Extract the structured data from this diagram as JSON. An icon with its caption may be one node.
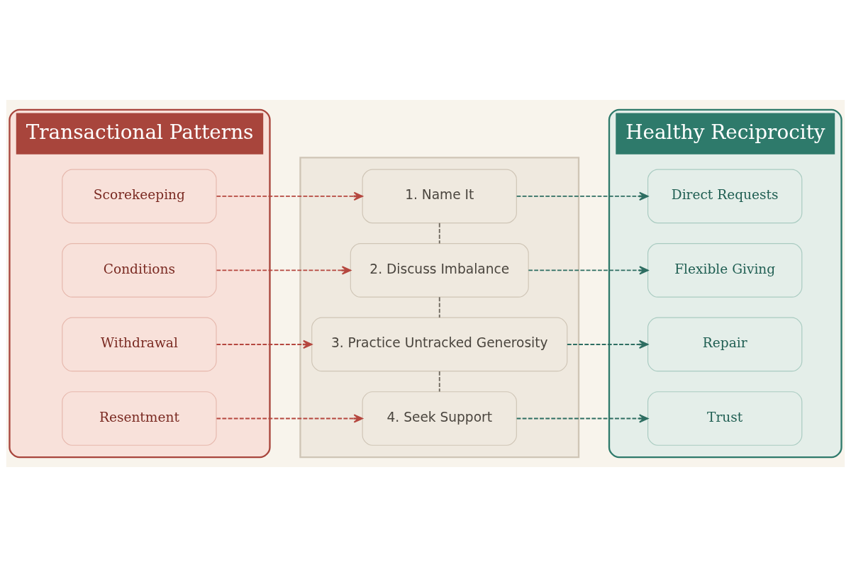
{
  "diagram": {
    "nodes": [
      {
        "text": [
          "Transactional Patterns"
        ]
      },
      {
        "text": [
          "Scorekeeping"
        ],
        "in": 0
      },
      {
        "text": [
          "Conditions"
        ],
        "in": 0
      },
      {
        "text": [
          "Withdrawal"
        ],
        "in": 0
      },
      {
        "text": [
          "Resentment"
        ],
        "in": 0
      },
      {
        "text": [],
        "shape": "box"
      },
      {
        "text": [
          "1. Name It"
        ],
        "in": 5
      },
      {
        "text": [
          "2. Discuss Imbalance"
        ],
        "in": 5
      },
      {
        "text": [
          "3. Practice Untracked Generosity"
        ],
        "in": 5
      },
      {
        "text": [
          "4. Seek Support"
        ],
        "in": 5
      },
      {
        "text": [
          "Healthy Reciprocity"
        ]
      },
      {
        "text": [
          "Direct Requests"
        ],
        "in": 10
      },
      {
        "text": [
          "Flexible Giving"
        ],
        "in": 10
      },
      {
        "text": [
          "Repair"
        ],
        "in": 10
      },
      {
        "text": [
          "Trust"
        ],
        "in": 10
      }
    ],
    "edges": [
      {
        "from": 1,
        "to": 6,
        "arrow": "to",
        "style": "dashed",
        "color": "#b5473f"
      },
      {
        "from": 2,
        "to": 7,
        "arrow": "to",
        "style": "dashed",
        "color": "#b5473f"
      },
      {
        "from": 3,
        "to": 8,
        "arrow": "to",
        "style": "dashed",
        "color": "#b5473f"
      },
      {
        "from": 4,
        "to": 9,
        "arrow": "to",
        "style": "dashed",
        "color": "#b5473f"
      },
      {
        "from": 6,
        "to": 11,
        "arrow": "to",
        "style": "dashed",
        "color": "#2e6e62"
      },
      {
        "from": 7,
        "to": 12,
        "arrow": "to",
        "style": "dashed",
        "color": "#2e6e62"
      },
      {
        "from": 8,
        "to": 13,
        "arrow": "to",
        "style": "dashed",
        "color": "#2e6e62"
      },
      {
        "from": 9,
        "to": 14,
        "arrow": "to",
        "style": "dashed",
        "color": "#2e6e62"
      },
      {
        "from": 6,
        "to": 7,
        "arrow": "none",
        "style": "dashed",
        "color": "#6e685e"
      },
      {
        "from": 7,
        "to": 8,
        "arrow": "none",
        "style": "dashed",
        "color": "#6e685e"
      },
      {
        "from": 8,
        "to": 9,
        "arrow": "none",
        "style": "dashed",
        "color": "#6e685e"
      }
    ]
  }
}
